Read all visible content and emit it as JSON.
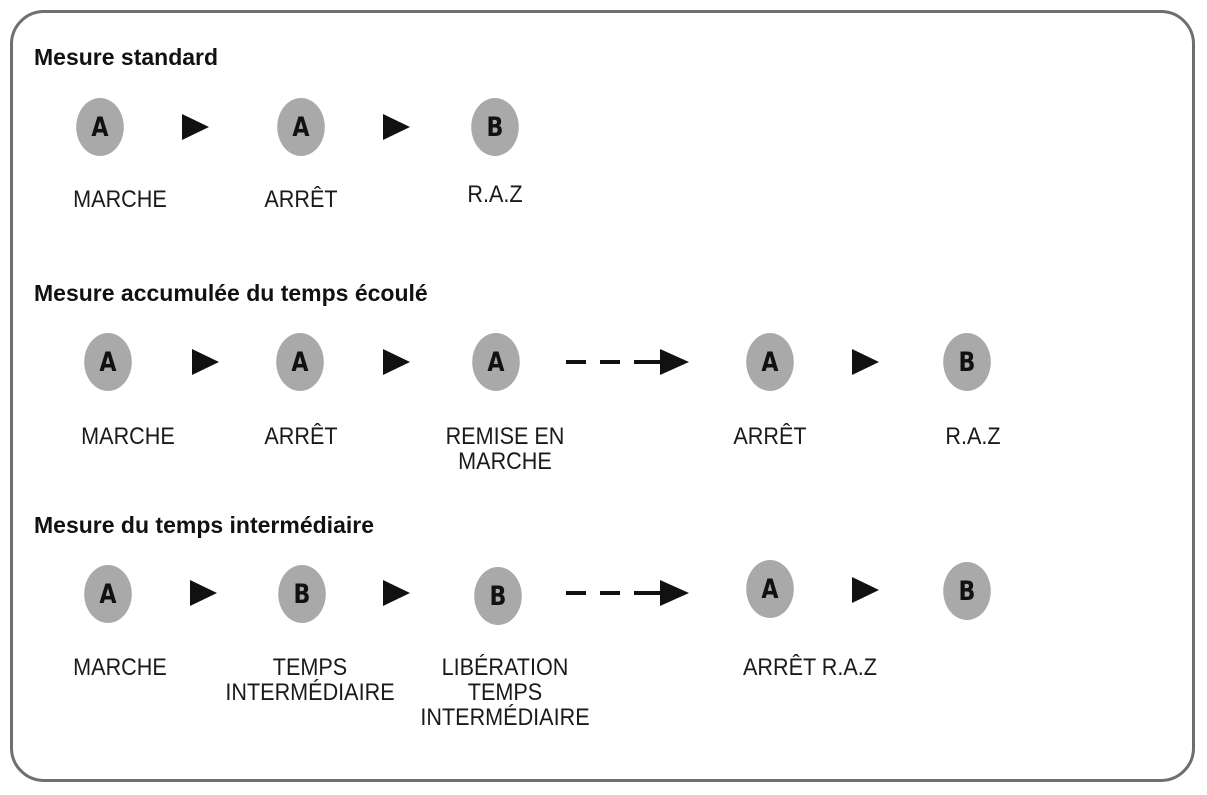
{
  "sections": [
    {
      "title": "Mesure standard",
      "steps": [
        {
          "button": "A",
          "label": [
            "MARCHE"
          ]
        },
        {
          "button": "A",
          "label": [
            "ARRÊT"
          ]
        },
        {
          "button": "B",
          "label": [
            "R.A.Z"
          ]
        }
      ]
    },
    {
      "title": "Mesure accumulée du temps écoulé",
      "steps": [
        {
          "button": "A",
          "label": [
            "MARCHE"
          ]
        },
        {
          "button": "A",
          "label": [
            "ARRÊT"
          ]
        },
        {
          "button": "A",
          "label": [
            "REMISE EN",
            "MARCHE"
          ]
        },
        {
          "button": "A",
          "label": [
            "ARRÊT"
          ]
        },
        {
          "button": "B",
          "label": [
            "R.A.Z"
          ]
        }
      ]
    },
    {
      "title": "Mesure du temps intermédiaire",
      "steps": [
        {
          "button": "A",
          "label": [
            "MARCHE"
          ]
        },
        {
          "button": "B",
          "label": [
            "TEMPS",
            "INTERMÉDIAIRE"
          ]
        },
        {
          "button": "B",
          "label": [
            "LIBÉRATION",
            "TEMPS",
            "INTERMÉDIAIRE"
          ]
        },
        {
          "button": "A",
          "label": [
            "ARRÊT R.A.Z"
          ]
        },
        {
          "button": "B",
          "label": []
        }
      ]
    }
  ],
  "colors": {
    "button_fill": "#a9a9a9",
    "arrow": "#111111",
    "frame": "#6f6f6f"
  }
}
